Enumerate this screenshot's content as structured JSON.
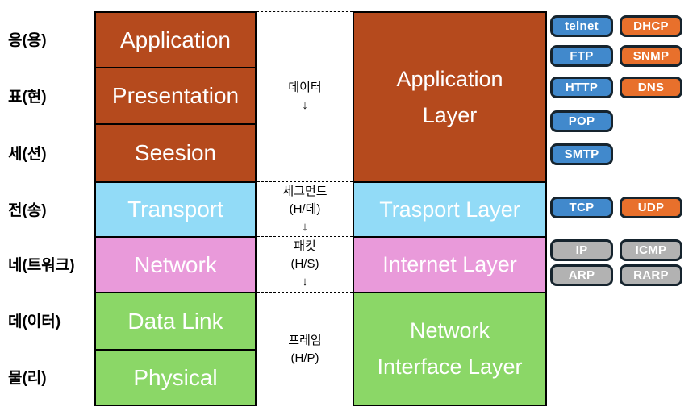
{
  "palette": {
    "osi_orange": "#b54a1d",
    "layer_blue": "#92dbf7",
    "layer_pink": "#e99ada",
    "layer_green": "#8bd767",
    "badge_blue": "#4189cc",
    "badge_orange": "#e8702c",
    "badge_gray": "#b2b2b2",
    "badge_border": "#16242e"
  },
  "left_labels": [
    "응(용)",
    "표(현)",
    "세(션)",
    "전(송)",
    "네(트워크)",
    "데(이터)",
    "물(리)"
  ],
  "osi_column": {
    "layers": [
      {
        "label": "Application",
        "color": "orange"
      },
      {
        "label": "Presentation",
        "color": "orange"
      },
      {
        "label": "Seesion",
        "color": "orange"
      },
      {
        "label": "Transport",
        "color": "blue"
      },
      {
        "label": "Network",
        "color": "pink"
      },
      {
        "label": "Data Link",
        "color": "green"
      },
      {
        "label": "Physical",
        "color": "green"
      }
    ]
  },
  "pdu_column": {
    "sections": [
      {
        "lines": [
          "데이터",
          "↓"
        ]
      },
      {
        "lines": [
          "세그먼트",
          "(H/데)",
          "↓"
        ]
      },
      {
        "lines": [
          "패킷",
          "(H/S)",
          "↓"
        ]
      },
      {
        "lines": [
          "프레임",
          "(H/P)"
        ]
      }
    ]
  },
  "tcpip_column": {
    "layers": [
      {
        "lines": [
          "Application",
          "Layer"
        ],
        "color": "orange"
      },
      {
        "lines": [
          "Trasport Layer"
        ],
        "color": "blue"
      },
      {
        "lines": [
          "Internet Layer"
        ],
        "color": "pink"
      },
      {
        "lines": [
          "Network",
          "Interface Layer"
        ],
        "color": "green"
      }
    ]
  },
  "protocol_badges": {
    "rows": [
      {
        "badges": [
          {
            "label": "telnet",
            "style": "blue"
          },
          {
            "label": "DHCP",
            "style": "orange"
          }
        ]
      },
      {
        "badges": [
          {
            "label": "FTP",
            "style": "blue"
          },
          {
            "label": "SNMP",
            "style": "orange"
          }
        ]
      },
      {
        "badges": [
          {
            "label": "HTTP",
            "style": "blue"
          },
          {
            "label": "DNS",
            "style": "orange"
          }
        ]
      },
      {
        "badges": [
          {
            "label": "POP",
            "style": "blue"
          }
        ]
      },
      {
        "badges": [
          {
            "label": "SMTP",
            "style": "blue"
          }
        ]
      },
      {
        "badges": [
          {
            "label": "TCP",
            "style": "blue"
          },
          {
            "label": "UDP",
            "style": "orange"
          }
        ]
      },
      {
        "badges": [
          {
            "label": "IP",
            "style": "gray"
          },
          {
            "label": "ICMP",
            "style": "gray"
          }
        ]
      },
      {
        "badges": [
          {
            "label": "ARP",
            "style": "gray"
          },
          {
            "label": "RARP",
            "style": "gray"
          }
        ]
      }
    ]
  }
}
